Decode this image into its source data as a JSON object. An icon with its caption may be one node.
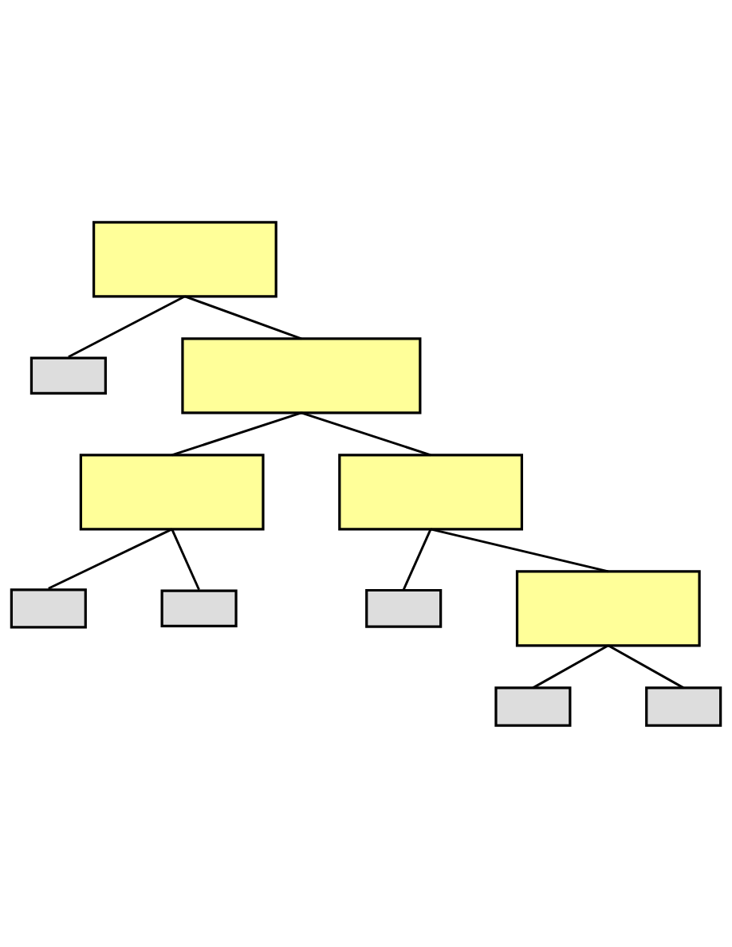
{
  "diagram": {
    "nodes": [
      {
        "text": [],
        "shape": "box"
      },
      {
        "text": [],
        "shape": "box"
      },
      {
        "text": [],
        "shape": "box"
      },
      {
        "text": [],
        "shape": "box"
      },
      {
        "text": [],
        "shape": "box"
      },
      {
        "text": [],
        "shape": "box"
      },
      {
        "text": [],
        "shape": "box"
      },
      {
        "text": [],
        "shape": "box"
      },
      {
        "text": [],
        "shape": "box"
      },
      {
        "text": [],
        "shape": "box"
      },
      {
        "text": [],
        "shape": "box"
      }
    ],
    "edges": [
      {
        "from": 0,
        "to": 1,
        "arrow": "none"
      },
      {
        "from": 0,
        "to": 2,
        "arrow": "none"
      },
      {
        "from": 2,
        "to": 3,
        "arrow": "none"
      },
      {
        "from": 2,
        "to": 4,
        "arrow": "none"
      },
      {
        "from": 3,
        "to": 5,
        "arrow": "none"
      },
      {
        "from": 3,
        "to": 6,
        "arrow": "none"
      },
      {
        "from": 4,
        "to": 7,
        "arrow": "none"
      },
      {
        "from": 4,
        "to": 8,
        "arrow": "none"
      },
      {
        "from": 8,
        "to": 9,
        "arrow": "none"
      },
      {
        "from": 8,
        "to": 10,
        "arrow": "none"
      }
    ]
  }
}
